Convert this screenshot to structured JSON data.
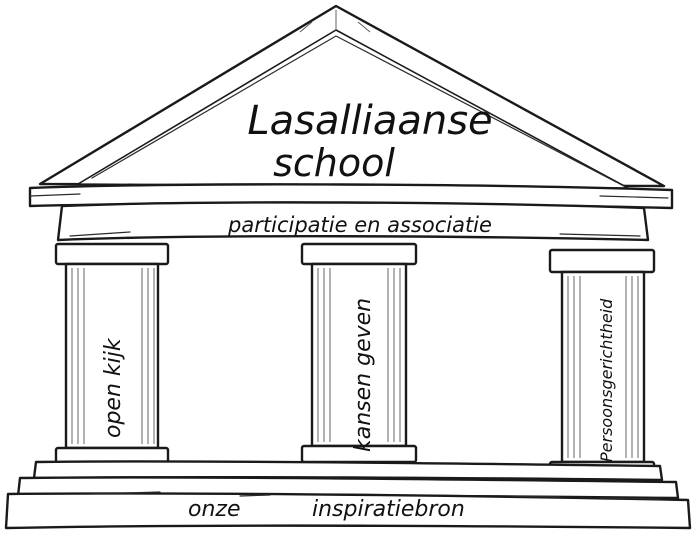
{
  "temple": {
    "title_line1": "Lasalliaanse",
    "title_line2": "school",
    "beam_text": "participatie en  associatie",
    "pillars": [
      {
        "label": "open kijk"
      },
      {
        "label": "kansen geven"
      },
      {
        "label": "Persoonsgerichtheid"
      }
    ],
    "base_words": [
      "onze",
      "inspiratiebron"
    ]
  },
  "colors": {
    "ink": "#1a1a1a",
    "paper": "#ffffff"
  }
}
